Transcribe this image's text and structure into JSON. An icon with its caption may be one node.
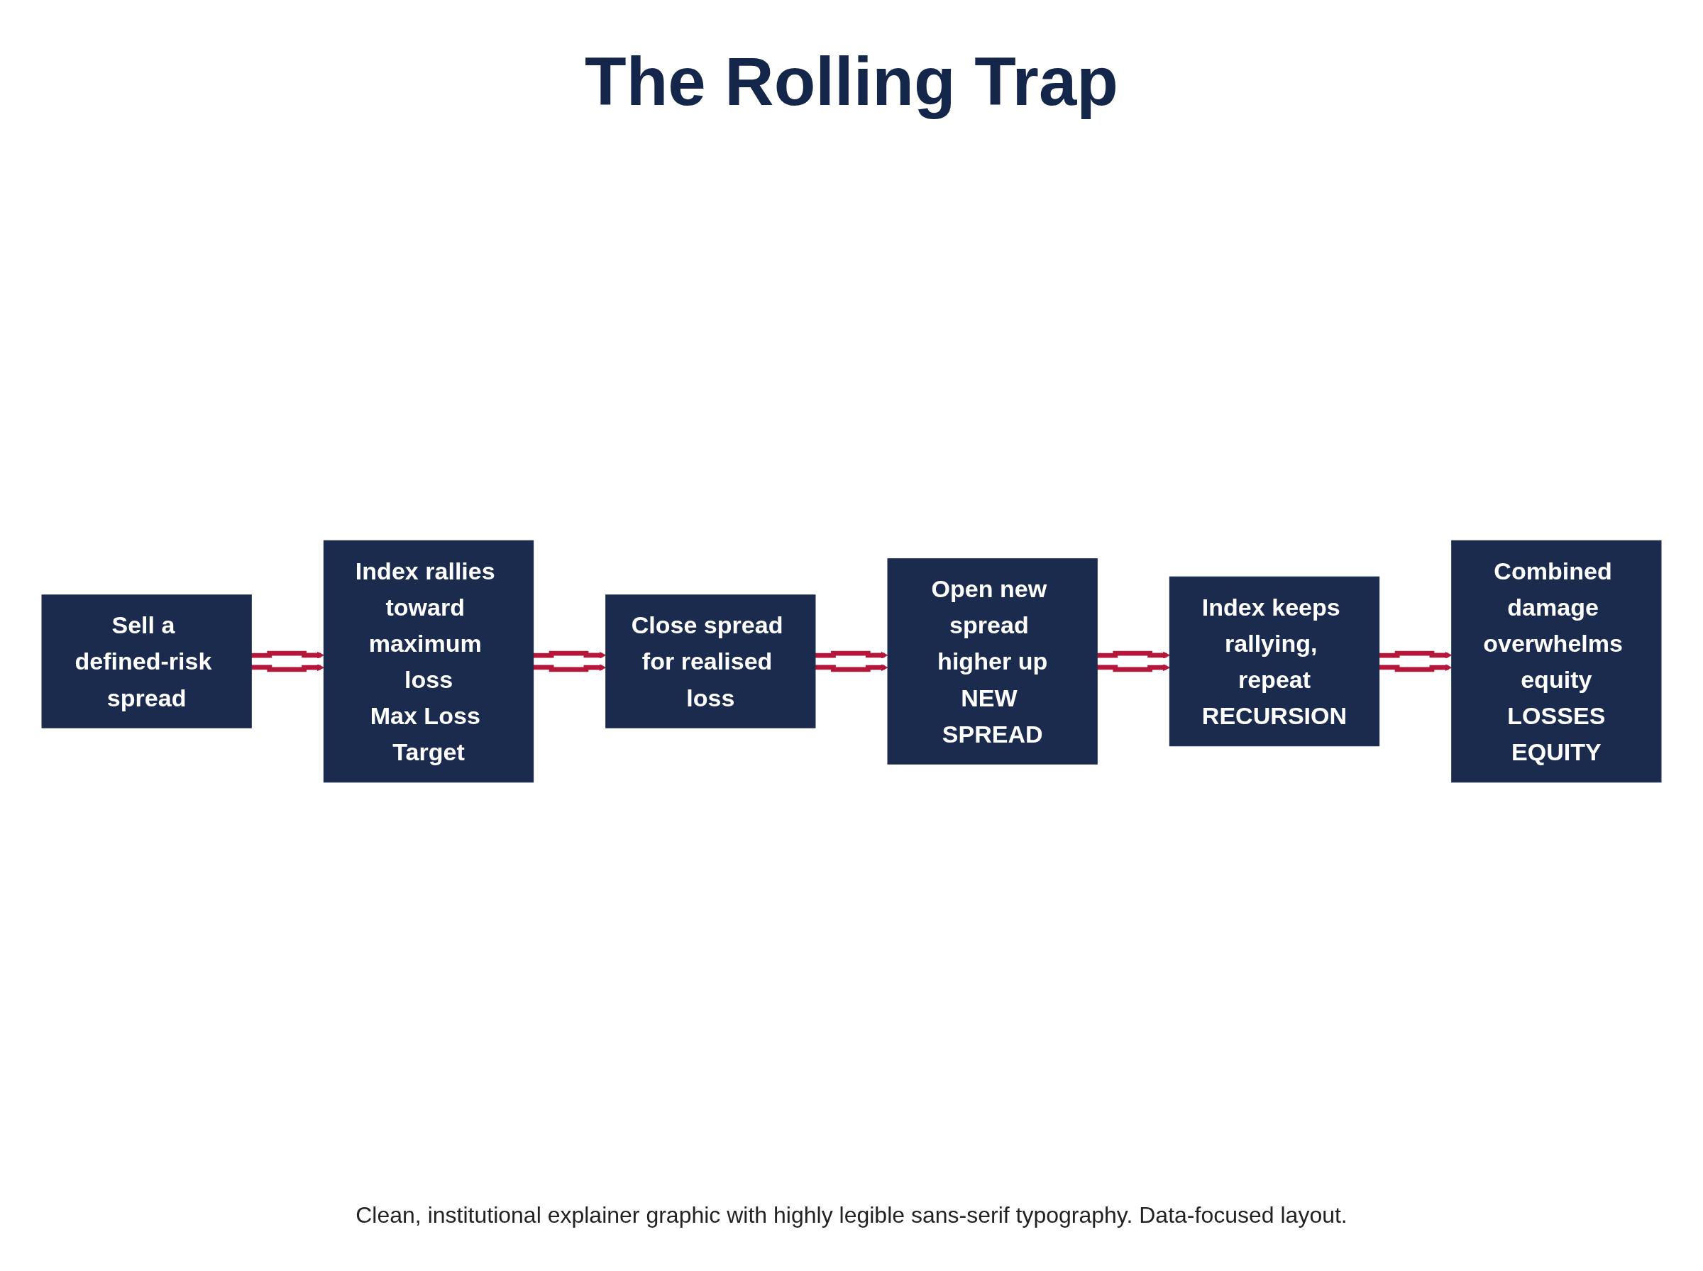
{
  "diagram": {
    "title": "The Rolling Trap",
    "nodes": [
      {
        "text": [
          "Sell a defined-risk spread"
        ]
      },
      {
        "text": [
          "Index rallies toward maximum loss",
          "Max Loss Target"
        ]
      },
      {
        "text": [
          "Close spread for realised loss"
        ]
      },
      {
        "text": [
          "Open new spread higher up",
          "NEW SPREAD"
        ]
      },
      {
        "text": [
          "Index keeps rallying, repeat",
          "RECURSION"
        ]
      },
      {
        "text": [
          "Combined damage overwhelms equity",
          "LOSSES",
          "EQUITY"
        ]
      }
    ],
    "edges": [
      {
        "from": 0,
        "to": 1,
        "arrow": "to"
      },
      {
        "from": 0,
        "to": 1,
        "arrow": "to"
      },
      {
        "from": 1,
        "to": 2,
        "arrow": "to"
      },
      {
        "from": 1,
        "to": 2,
        "arrow": "to"
      },
      {
        "from": 2,
        "to": 3,
        "arrow": "to"
      },
      {
        "from": 2,
        "to": 3,
        "arrow": "to"
      },
      {
        "from": 3,
        "to": 4,
        "arrow": "to"
      },
      {
        "from": 3,
        "to": 4,
        "arrow": "to"
      },
      {
        "from": 4,
        "to": 5,
        "arrow": "to"
      },
      {
        "from": 4,
        "to": 5,
        "arrow": "to"
      }
    ],
    "caption": "Clean, institutional explainer graphic with highly legible sans-serif typography. Data-focused layout."
  }
}
